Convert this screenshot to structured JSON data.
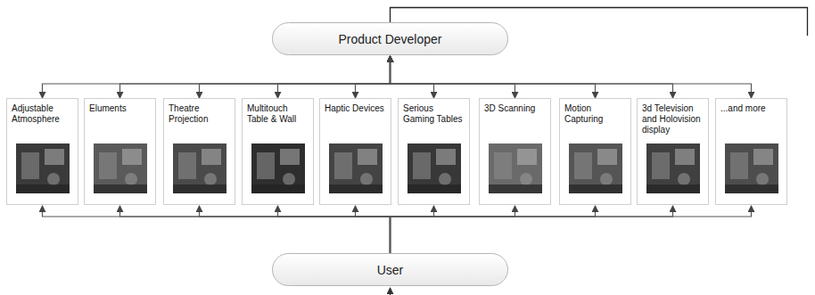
{
  "diagram": {
    "nodes": [
      {
        "text": [
          "Product Developer"
        ]
      },
      {
        "text": [
          "Adjustable Atmosphere"
        ]
      },
      {
        "text": [
          "Eluments"
        ]
      },
      {
        "text": [
          "Theatre Projection"
        ]
      },
      {
        "text": [
          "Multitouch Table & Wall"
        ]
      },
      {
        "text": [
          "Haptic Devices"
        ]
      },
      {
        "text": [
          "Serious Gaming Tables"
        ]
      },
      {
        "text": [
          "3D Scanning"
        ]
      },
      {
        "text": [
          "Motion Capturing"
        ]
      },
      {
        "text": [
          "3d Television and Holovision display"
        ]
      },
      {
        "text": [
          "...and more"
        ]
      },
      {
        "text": [
          "User"
        ]
      }
    ],
    "edges": [
      {
        "from": 1,
        "to": 0,
        "arrow": "both"
      },
      {
        "from": 2,
        "to": 0,
        "arrow": "both"
      },
      {
        "from": 3,
        "to": 0,
        "arrow": "both"
      },
      {
        "from": 4,
        "to": 0,
        "arrow": "both"
      },
      {
        "from": 5,
        "to": 0,
        "arrow": "both"
      },
      {
        "from": 6,
        "to": 0,
        "arrow": "both"
      },
      {
        "from": 7,
        "to": 0,
        "arrow": "both"
      },
      {
        "from": 8,
        "to": 0,
        "arrow": "both"
      },
      {
        "from": 9,
        "to": 0,
        "arrow": "both"
      },
      {
        "from": 10,
        "to": 0,
        "arrow": "both"
      },
      {
        "from": 11,
        "to": 1,
        "arrow": "to"
      },
      {
        "from": 11,
        "to": 2,
        "arrow": "to"
      },
      {
        "from": 11,
        "to": 3,
        "arrow": "to"
      },
      {
        "from": 11,
        "to": 4,
        "arrow": "to"
      },
      {
        "from": 11,
        "to": 5,
        "arrow": "to"
      },
      {
        "from": 11,
        "to": 6,
        "arrow": "to"
      },
      {
        "from": 11,
        "to": 7,
        "arrow": "to"
      },
      {
        "from": 11,
        "to": 8,
        "arrow": "to"
      },
      {
        "from": 11,
        "to": 9,
        "arrow": "to"
      },
      {
        "from": 11,
        "to": 10,
        "arrow": "to"
      }
    ]
  }
}
